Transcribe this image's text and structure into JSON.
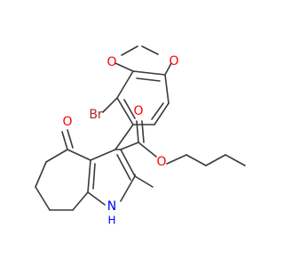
{
  "atoms": {
    "O": "O",
    "Br": "Br",
    "N": "N",
    "H": "H"
  },
  "colors": {
    "bond": "#3a3a3a",
    "oxygen": "#ff0000",
    "bromine": "#a52a2a",
    "nitrogen": "#0000ff",
    "background": "#ffffff"
  }
}
